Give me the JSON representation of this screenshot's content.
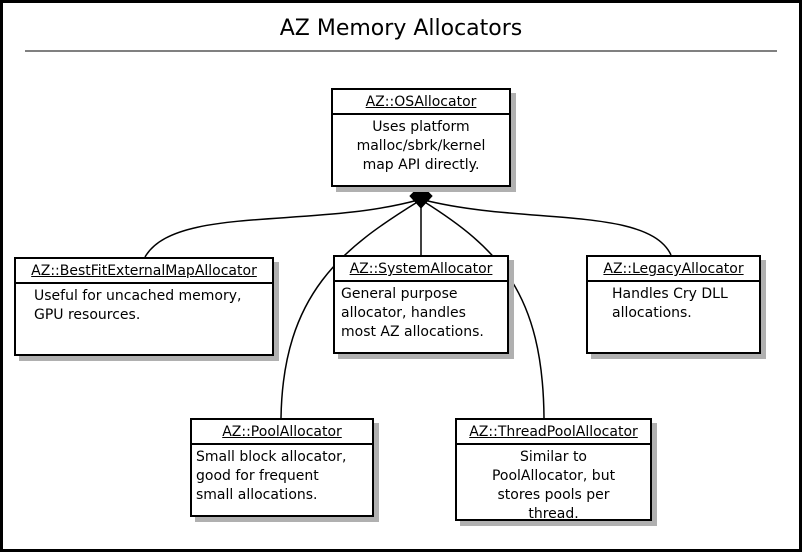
{
  "title": "AZ Memory Allocators",
  "colors": {
    "border": "#000000",
    "shadow": "#b0b0b0",
    "title_rule": "#808080",
    "background": "#ffffff"
  },
  "nodes": {
    "os": {
      "title": "AZ::OSAllocator",
      "body_lines": [
        "Uses platform",
        "malloc/sbrk/kernel",
        "map API directly."
      ]
    },
    "bestfit": {
      "title": "AZ::BestFitExternalMapAllocator",
      "body_lines": [
        "Useful for uncached memory,",
        "GPU resources."
      ]
    },
    "system": {
      "title": "AZ::SystemAllocator",
      "body_lines": [
        "General purpose",
        "allocator, handles",
        "most AZ allocations."
      ]
    },
    "legacy": {
      "title": "AZ::LegacyAllocator",
      "body_lines": [
        "Handles Cry DLL",
        "allocations."
      ]
    },
    "pool": {
      "title": "AZ::PoolAllocator",
      "body_lines": [
        "Small block allocator,",
        "good for frequent",
        "small allocations."
      ]
    },
    "threadpool": {
      "title": "AZ::ThreadPoolAllocator",
      "body_lines": [
        "Similar to",
        "PoolAllocator, but",
        "stores pools per",
        "thread."
      ]
    }
  },
  "edges": [
    {
      "from": "AZ::OSAllocator",
      "to": "AZ::BestFitExternalMapAllocator",
      "type": "composition"
    },
    {
      "from": "AZ::OSAllocator",
      "to": "AZ::SystemAllocator",
      "type": "composition"
    },
    {
      "from": "AZ::OSAllocator",
      "to": "AZ::LegacyAllocator",
      "type": "composition"
    },
    {
      "from": "AZ::OSAllocator",
      "to": "AZ::PoolAllocator",
      "type": "composition"
    },
    {
      "from": "AZ::OSAllocator",
      "to": "AZ::ThreadPoolAllocator",
      "type": "composition"
    }
  ]
}
